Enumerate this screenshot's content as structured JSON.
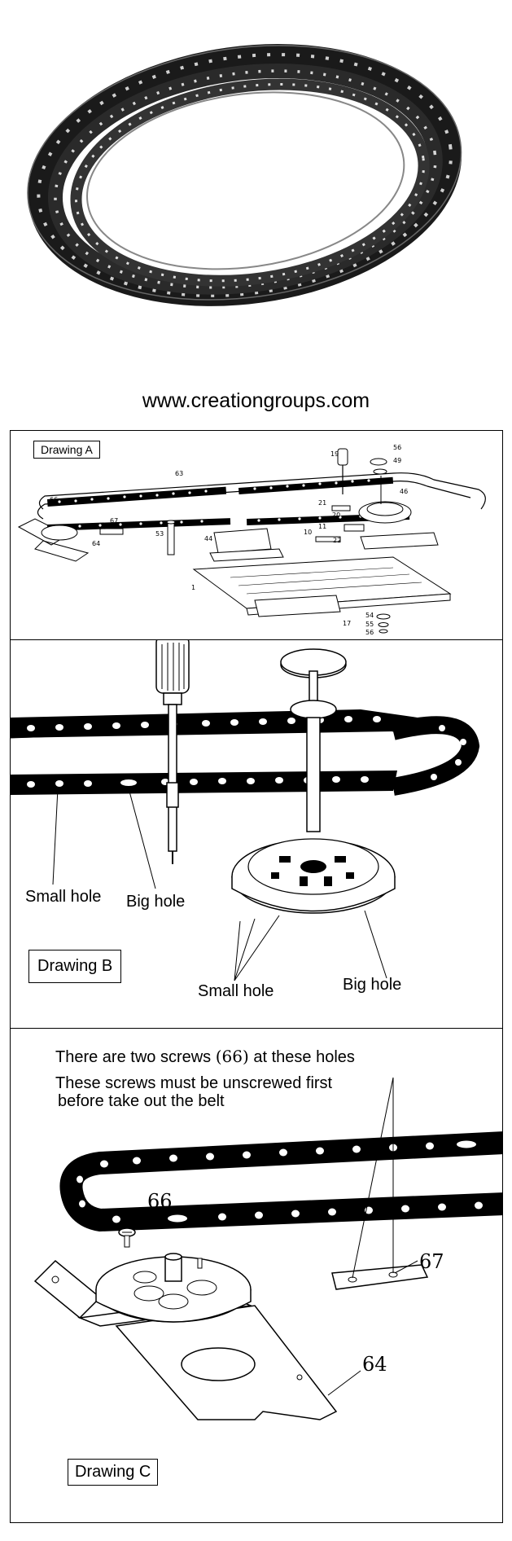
{
  "website": "www.creationgroups.com",
  "drawing_a": {
    "title": "Drawing A",
    "part_numbers": [
      "19",
      "56",
      "49",
      "63",
      "66",
      "46",
      "21",
      "20",
      "67",
      "53",
      "44",
      "10",
      "11",
      "22",
      "64",
      "1",
      "54",
      "55",
      "17",
      "56"
    ]
  },
  "drawing_b": {
    "title": "Drawing B",
    "small_hole_left": "Small hole",
    "big_hole_left": "Big hole",
    "small_hole_bottom": "Small hole",
    "big_hole_bottom": "Big hole"
  },
  "drawing_c": {
    "title": "Drawing C",
    "note_line1_prefix": "There are two screws ",
    "note_line1_part": "(66)",
    "note_line1_suffix": " at these holes",
    "note_line2": "These screws must be unscrewed first",
    "note_line3": "before take out the belt",
    "part_66": "66",
    "part_67": "67",
    "part_64": "64"
  }
}
